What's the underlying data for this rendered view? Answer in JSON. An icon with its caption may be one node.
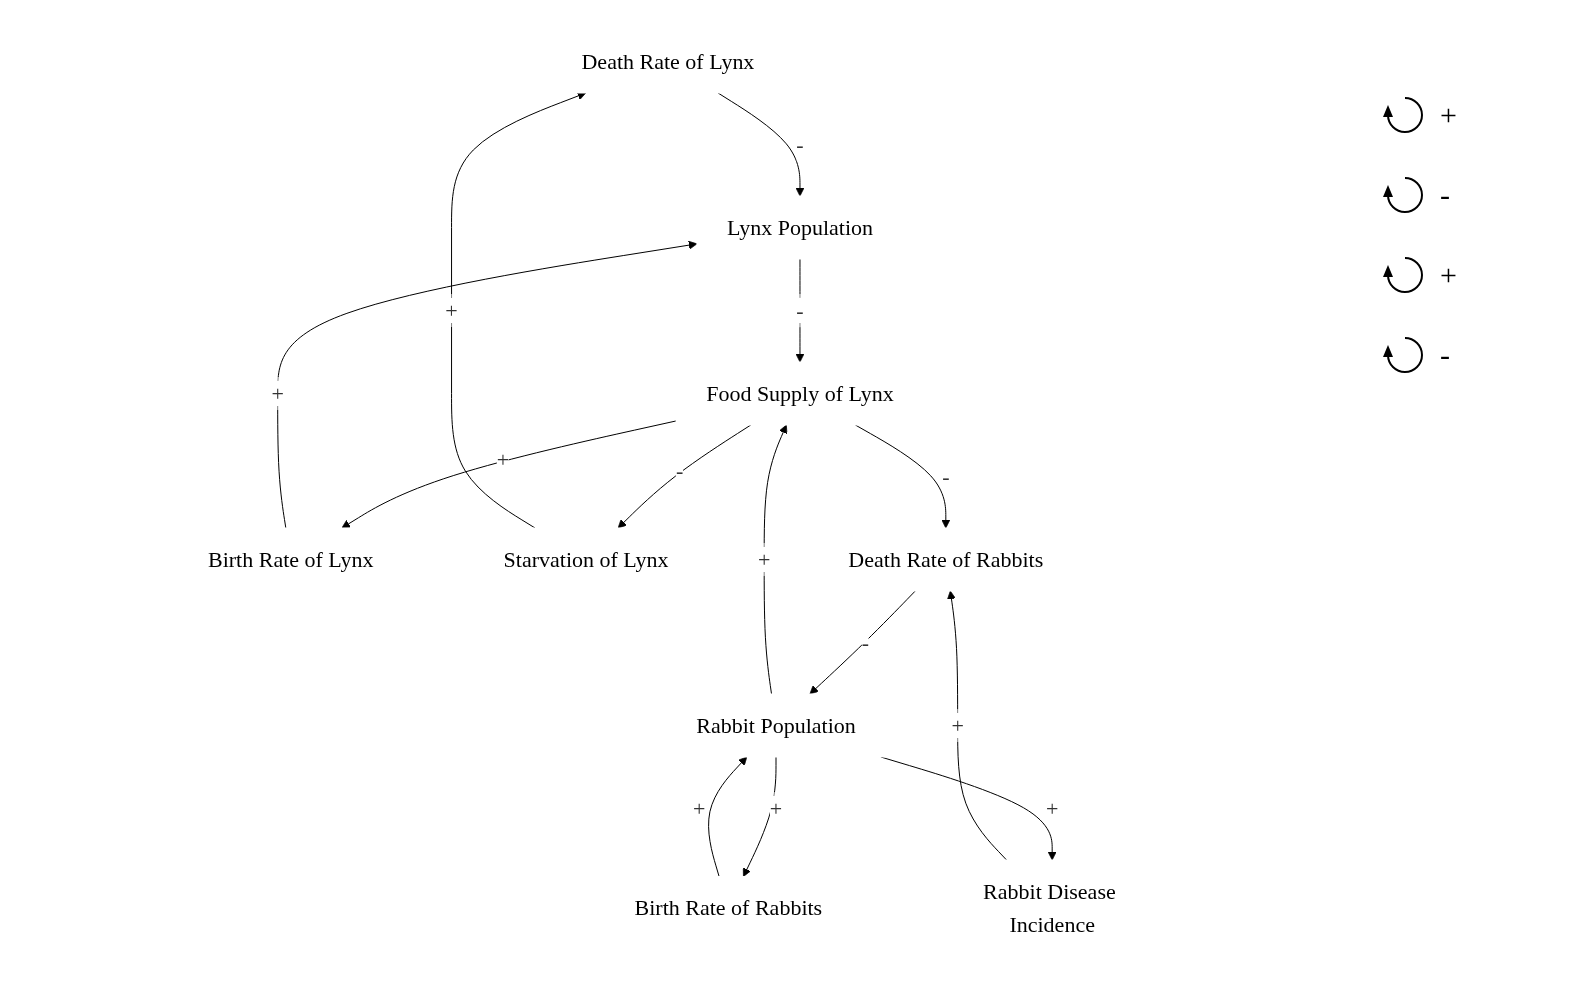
{
  "diagram": {
    "nodes": [
      {
        "text": [
          "Death Rate of Lynx"
        ]
      },
      {
        "text": [
          "Birth Rate of Lynx"
        ]
      },
      {
        "text": [
          "Lynx Population"
        ]
      },
      {
        "text": [
          "Starvation of Lynx"
        ]
      },
      {
        "text": [
          "Food Supply of Lynx"
        ]
      },
      {
        "text": [
          "Birth Rate of Rabbits"
        ]
      },
      {
        "text": [
          "Rabbit Population"
        ]
      },
      {
        "text": [
          "Death Rate of Rabbits"
        ]
      },
      {
        "text": [
          "Rabbit Disease Incidence"
        ]
      }
    ],
    "edges": [
      {
        "from": 1,
        "to": 2,
        "arrow": "to",
        "label": "+"
      },
      {
        "from": 0,
        "to": 2,
        "arrow": "to",
        "label": "-"
      },
      {
        "from": 2,
        "to": 4,
        "arrow": "to",
        "label": "-"
      },
      {
        "from": 4,
        "to": 1,
        "arrow": "to",
        "label": "+"
      },
      {
        "from": 4,
        "to": 3,
        "arrow": "to",
        "label": "-"
      },
      {
        "from": 3,
        "to": 0,
        "arrow": "to",
        "label": "+"
      },
      {
        "from": 4,
        "to": 7,
        "arrow": "to",
        "label": "-"
      },
      {
        "from": 6,
        "to": 4,
        "arrow": "to",
        "label": "+"
      },
      {
        "from": 5,
        "to": 6,
        "arrow": "to",
        "label": "+"
      },
      {
        "from": 7,
        "to": 6,
        "arrow": "to",
        "label": "-"
      },
      {
        "from": 6,
        "to": 5,
        "arrow": "to",
        "label": "+"
      },
      {
        "from": 6,
        "to": 8,
        "arrow": "to",
        "label": "+"
      },
      {
        "from": 8,
        "to": 7,
        "arrow": "to",
        "label": "+"
      }
    ],
    "labels": [
      "+",
      "-",
      "+",
      "-"
    ]
  }
}
